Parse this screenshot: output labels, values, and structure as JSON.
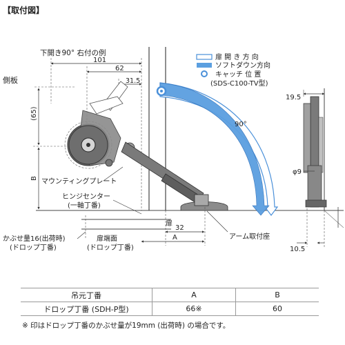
{
  "header": {
    "title": "【取付図】"
  },
  "drawing": {
    "example_title": "下開き90° 右付の例",
    "side_panel": "側板",
    "dim_101": "101",
    "dim_62": "62",
    "dim_31_5": "31.5",
    "dim_65": "(65)",
    "dim_B": "B",
    "label_mounting_plate": "マウンティングプレート",
    "label_hinge_center": "ヒンジセンター",
    "label_hinge_center_sub": "(一軸丁番)",
    "label_door": "扉",
    "dim_32": "32",
    "dim_A": "A",
    "label_arm_base": "アーム取付座",
    "label_overlay": "かぶせ量16(出荷時)",
    "label_overlay_sub": "(ドロップ丁番)",
    "label_door_edge": "扉端面",
    "label_door_edge_sub": "(ドロップ丁番)",
    "angle_90": "90°",
    "legend": {
      "open_direction": "扉 開 き 方 向",
      "soft_down_direction": "ソフトダウン方向",
      "catch_position": "キャッチ 位 置",
      "catch_model": "(SDS-C100-TV型)"
    },
    "side_view": {
      "dim_19_5": "19.5",
      "dim_phi9": "φ9",
      "dim_10_5": "10.5"
    }
  },
  "table": {
    "headers": [
      "吊元丁番",
      "A",
      "B"
    ],
    "rows": [
      [
        "ドロップ丁番 (SDH-P型)",
        "66※",
        "60"
      ]
    ]
  },
  "note": "※ 印はドロップ丁番のかぶせ量が19mm (出荷時) の場合です。",
  "colors": {
    "blue_arrow": "#4a90d9",
    "light_blue": "#b9d9f2",
    "gray_part": "#6e6e6e",
    "line": "#333333"
  }
}
